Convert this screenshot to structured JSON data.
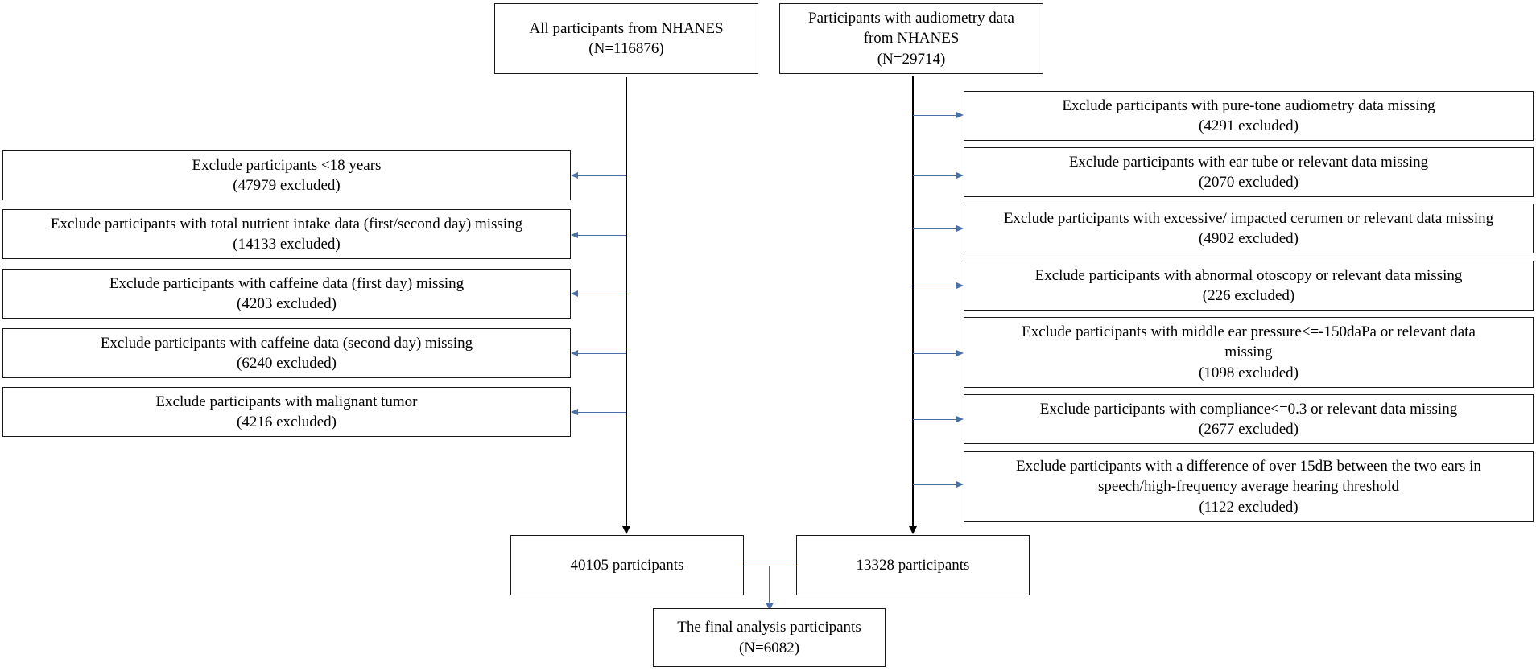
{
  "colors": {
    "border": "#1a1a1a",
    "trunk": "#000000",
    "branch": "#4a6fa5",
    "background": "#ffffff"
  },
  "left": {
    "top": "All participants from NHANES\n(N=116876)",
    "exclusions": [
      "Exclude participants <18 years\n(47979 excluded)",
      "Exclude participants with  total nutrient intake data (first/second day) missing\n(14133 excluded)",
      "Exclude participants with  caffeine data (first day) missing\n(4203 excluded)",
      "Exclude participants with  caffeine data (second day) missing\n(6240 excluded)",
      "Exclude participants with malignant tumor\n(4216 excluded)"
    ],
    "result": "40105 participants"
  },
  "right": {
    "top": "Participants with audiometry data\nfrom NHANES\n(N=29714)",
    "exclusions": [
      "Exclude participants with pure-tone audiometry data missing\n(4291 excluded)",
      "Exclude participants with ear tube or relevant data missing\n(2070 excluded)",
      "Exclude participants with excessive/ impacted cerumen or relevant data missing\n(4902 excluded)",
      "Exclude participants with abnormal otoscopy or relevant data missing\n(226 excluded)",
      "Exclude participants with middle ear pressure<=-150daPa or relevant data\nmissing\n(1098 excluded)",
      "Exclude participants with compliance<=0.3 or relevant data missing\n(2677 excluded)",
      "Exclude participants with a difference of over 15dB between the two ears in\nspeech/high-frequency average hearing threshold\n(1122 excluded)"
    ],
    "result": "13328 participants"
  },
  "final": "The final analysis participants\n(N=6082)"
}
